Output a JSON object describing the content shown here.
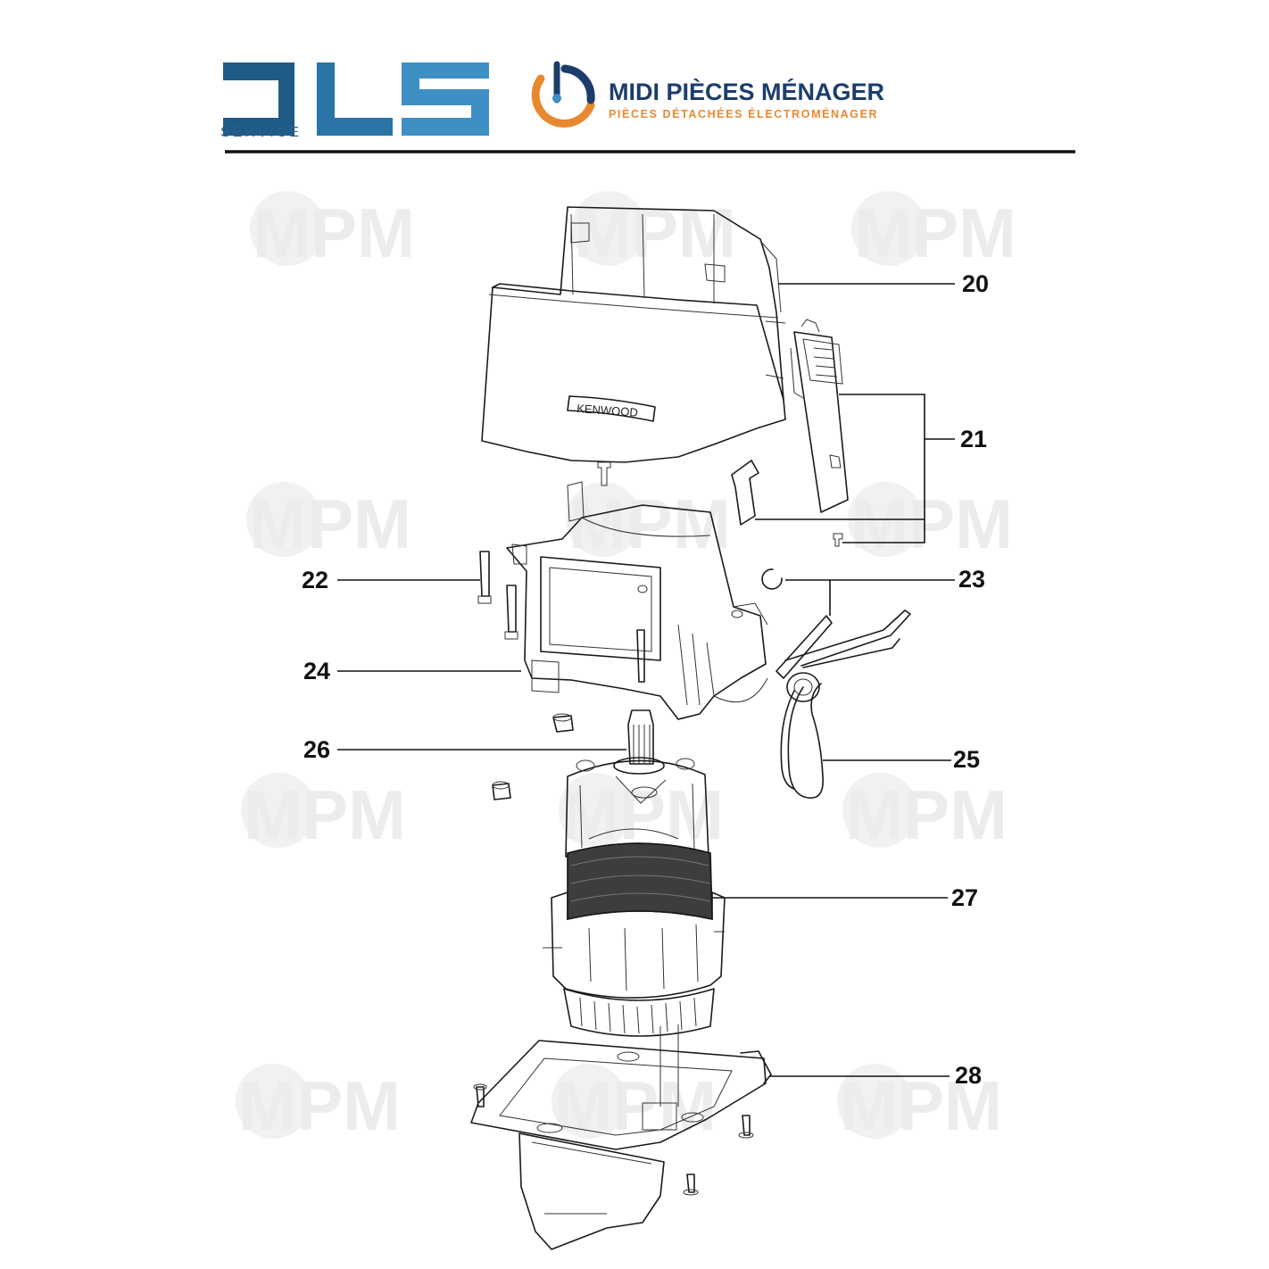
{
  "header": {
    "dls_logo": {
      "subtitle": "SERVICE",
      "colors": {
        "dark": "#1f5b87",
        "light": "#3d8fc4"
      }
    },
    "mpm_logo": {
      "title": "MIDI PIÈCES MÉNAGER",
      "subtitle": "PIÈCES DÉTACHÉES ÉLECTROMÉNAGER",
      "colors": {
        "title": "#1c3d6c",
        "subtitle": "#e8892f",
        "ring_orange": "#e8892f",
        "ring_blue": "#1c3d6c"
      }
    }
  },
  "watermark": {
    "text": "MPM",
    "color": "#ececec"
  },
  "diagram": {
    "brand_badge": "KENWOOD",
    "callouts": [
      {
        "id": "c20",
        "label": "20"
      },
      {
        "id": "c21",
        "label": "21"
      },
      {
        "id": "c22",
        "label": "22"
      },
      {
        "id": "c23",
        "label": "23"
      },
      {
        "id": "c24",
        "label": "24"
      },
      {
        "id": "c25",
        "label": "25"
      },
      {
        "id": "c26",
        "label": "26"
      },
      {
        "id": "c27",
        "label": "27"
      },
      {
        "id": "c28",
        "label": "28"
      }
    ]
  }
}
